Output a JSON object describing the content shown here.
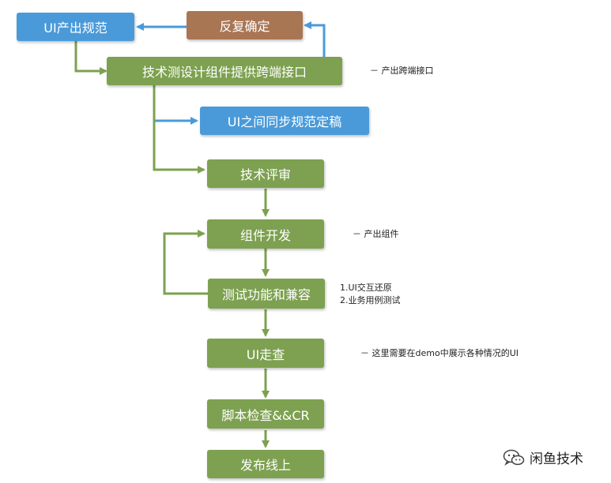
{
  "nodes": {
    "ui_spec": "UI产出规范",
    "feedback": "反复确定",
    "tech_design": "技术测设计组件提供跨端接口",
    "ui_sync": "UI之间同步规范定稿",
    "tech_review": "技术评审",
    "component_dev": "组件开发",
    "test_compat": "测试功能和兼容",
    "ui_walk": "UI走查",
    "script_check": "脚本检查&&CR",
    "release": "发布线上"
  },
  "notes": {
    "interface_out": "－ 产出跨端接口",
    "component_out": "－ 产出组件",
    "test_line1": "1.UI交互还原",
    "test_line2": "2.业务用例测试",
    "demo_note": "－ 这里需要在demo中展示各种情况的UI"
  },
  "watermark": {
    "text": "闲鱼技术"
  },
  "colors": {
    "blue": "#4a9ad9",
    "green": "#7da150",
    "brown": "#a97654",
    "arrow_blue": "#4a9ad9",
    "arrow_green": "#7da150"
  }
}
